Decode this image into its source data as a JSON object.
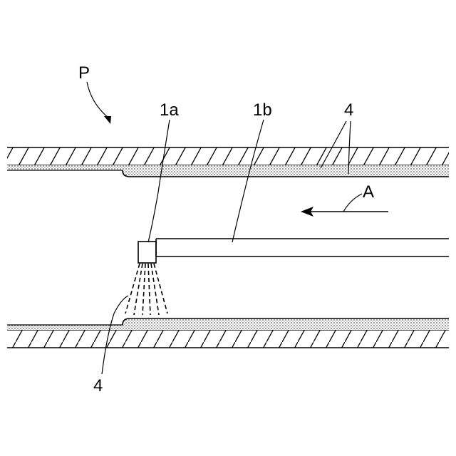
{
  "diagram": {
    "labels": {
      "apparatus": "P",
      "nozzle": "1a",
      "pipe": "1b",
      "coating_top": "4",
      "coating_spray": "4",
      "direction": "A"
    },
    "colors": {
      "line": "#000000",
      "background": "#ffffff",
      "coating_fill": "#c8c8c8"
    }
  }
}
